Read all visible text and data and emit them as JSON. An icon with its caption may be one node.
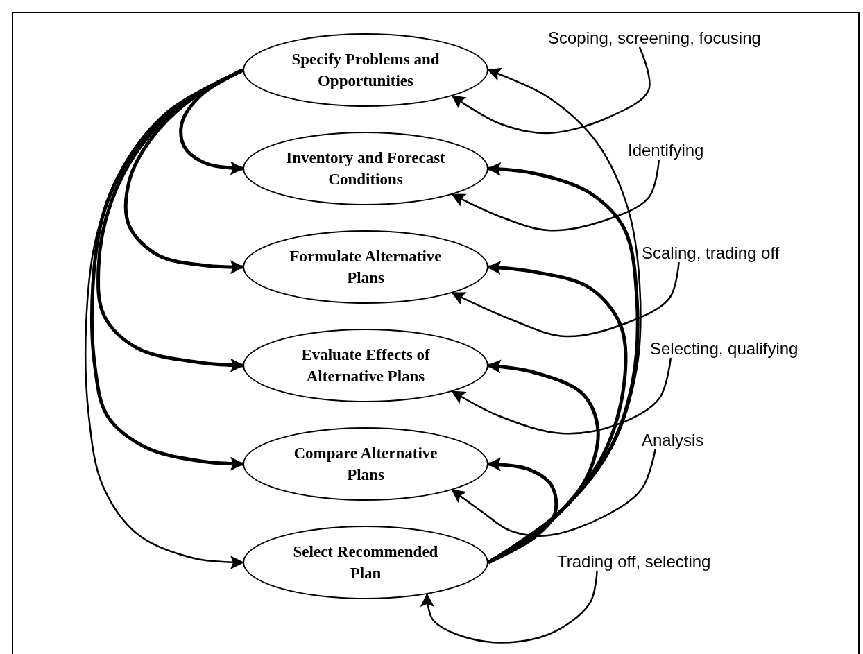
{
  "diagram": {
    "nodes": [
      {
        "text": [
          "Specify Problems and Opportunities"
        ]
      },
      {
        "text": [
          "Inventory and Forecast Conditions"
        ]
      },
      {
        "text": [
          "Formulate Alternative Plans"
        ]
      },
      {
        "text": [
          "Evaluate Effects of Alternative Plans"
        ]
      },
      {
        "text": [
          "Compare Alternative Plans"
        ]
      },
      {
        "text": [
          "Select Recommended Plan"
        ]
      },
      {
        "text": [
          "Scoping, screening, focusing"
        ]
      },
      {
        "text": [
          "Identifying"
        ]
      },
      {
        "text": [
          "Scaling, trading off"
        ]
      },
      {
        "text": [
          "Selecting, qualifying"
        ]
      },
      {
        "text": [
          "Analysis"
        ]
      },
      {
        "text": [
          "Trading off, selecting"
        ]
      }
    ],
    "edges": [
      {
        "from": 0,
        "to": 1,
        "arrow": "to",
        "style": "thick"
      },
      {
        "from": 0,
        "to": 2,
        "arrow": "to",
        "style": "thick"
      },
      {
        "from": 0,
        "to": 3,
        "arrow": "to",
        "style": "thick"
      },
      {
        "from": 0,
        "to": 4,
        "arrow": "to",
        "style": "thick"
      },
      {
        "from": 0,
        "to": 5,
        "arrow": "to"
      },
      {
        "from": 5,
        "to": 4,
        "arrow": "to",
        "style": "thick"
      },
      {
        "from": 5,
        "to": 3,
        "arrow": "to",
        "style": "thick"
      },
      {
        "from": 5,
        "to": 2,
        "arrow": "to",
        "style": "thick"
      },
      {
        "from": 5,
        "to": 1,
        "arrow": "to",
        "style": "thick"
      },
      {
        "from": 5,
        "to": 0,
        "arrow": "to"
      },
      {
        "from": 6,
        "to": 0,
        "arrow": "to"
      },
      {
        "from": 7,
        "to": 1,
        "arrow": "to"
      },
      {
        "from": 8,
        "to": 2,
        "arrow": "to"
      },
      {
        "from": 9,
        "to": 3,
        "arrow": "to"
      },
      {
        "from": 10,
        "to": 4,
        "arrow": "to"
      },
      {
        "from": 11,
        "to": 5,
        "arrow": "to"
      }
    ]
  }
}
